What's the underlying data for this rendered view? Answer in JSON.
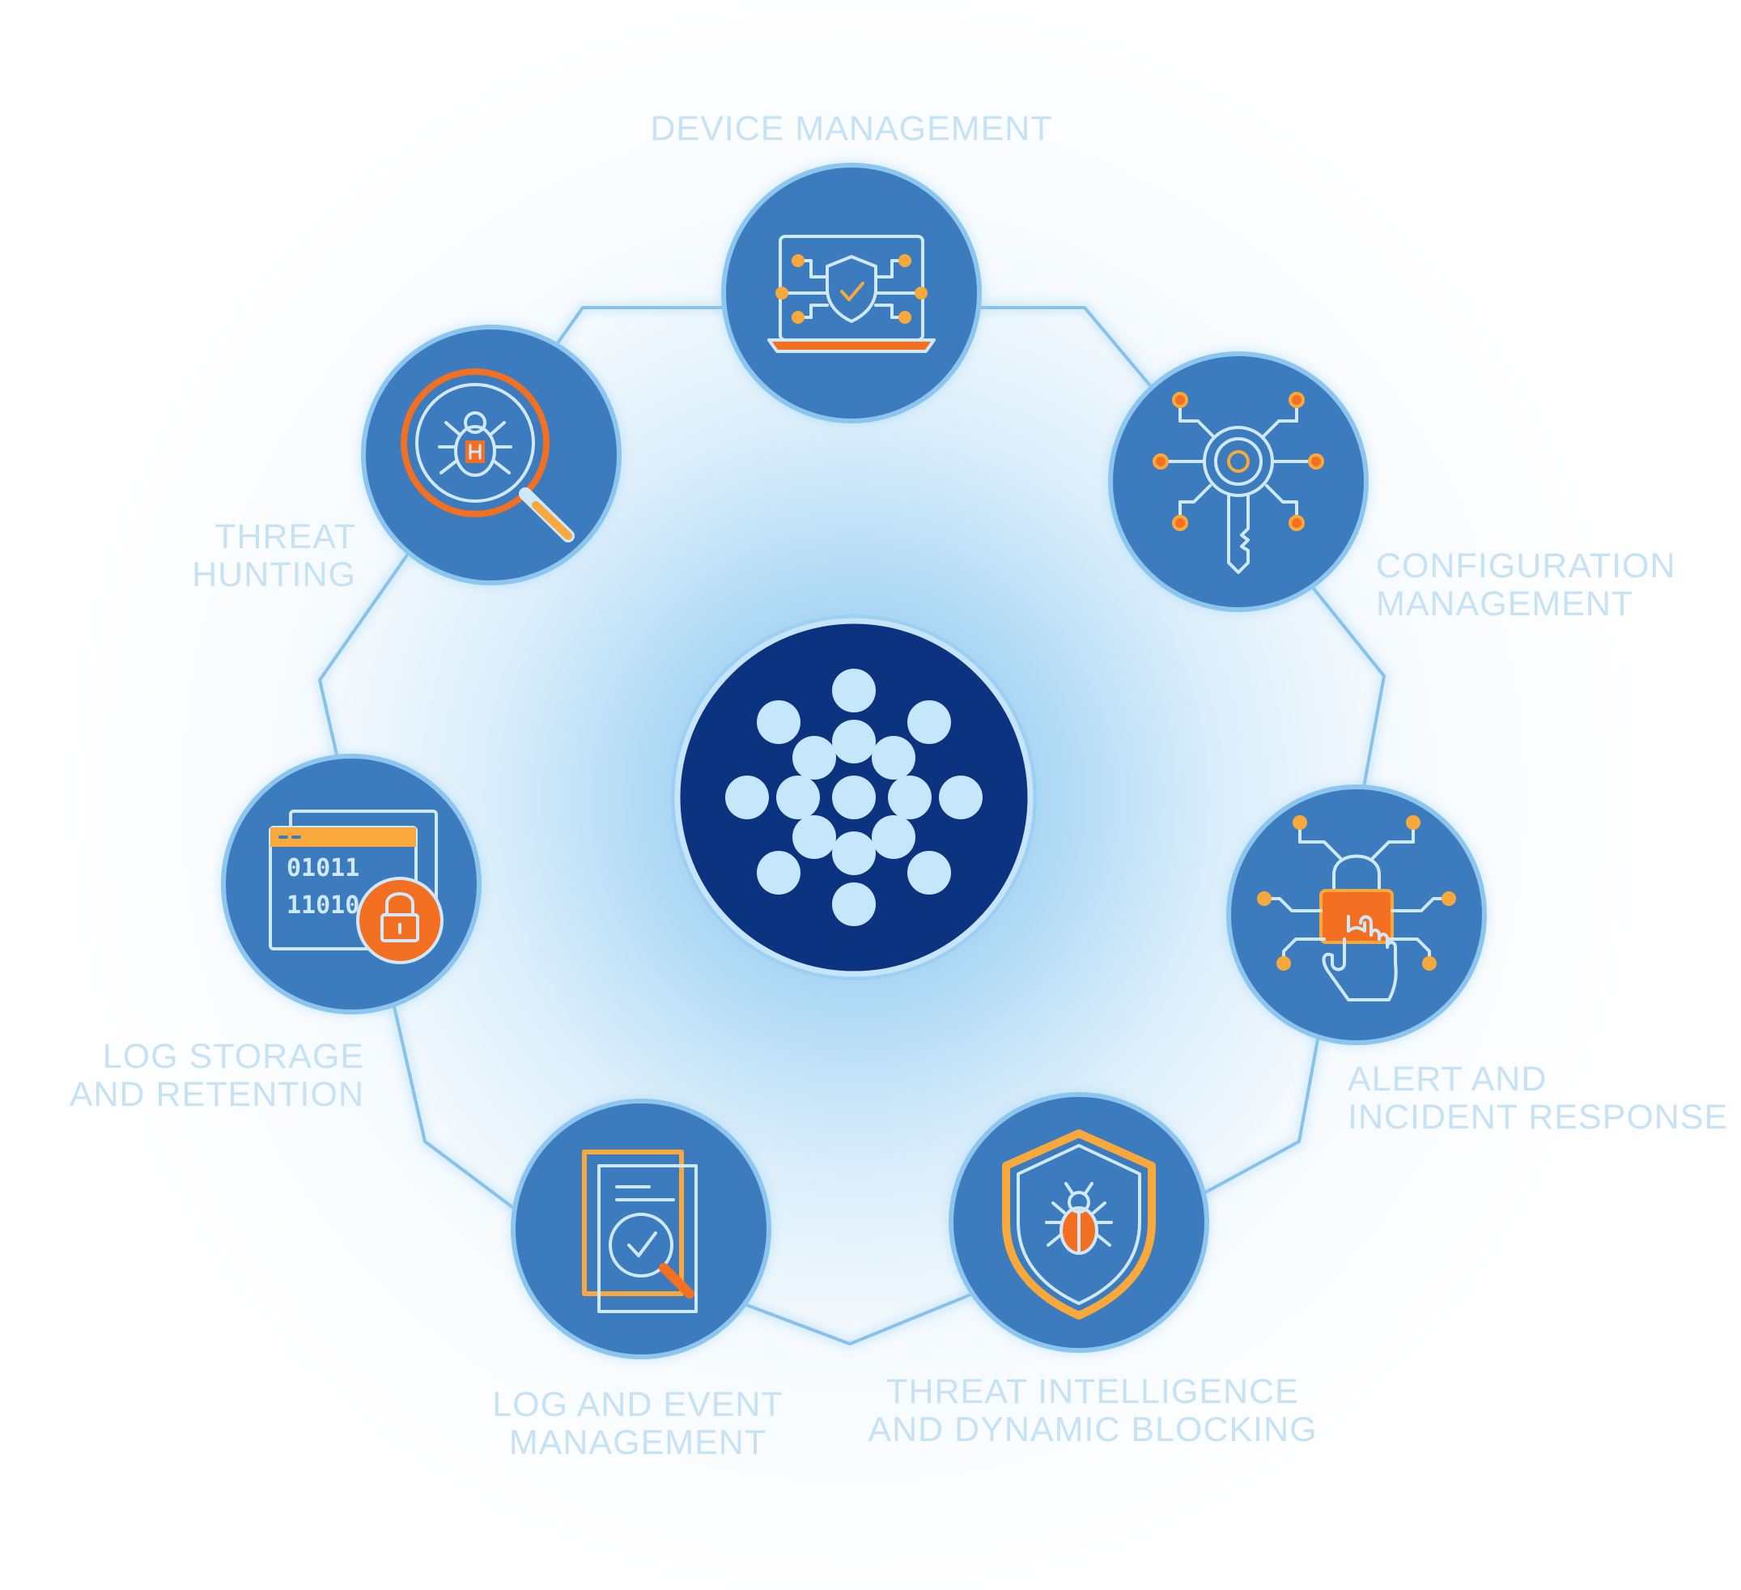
{
  "diagram": {
    "center": {
      "icon": "hub-dots-icon"
    },
    "nodes": [
      {
        "id": "device",
        "icon": "laptop-shield-icon",
        "label": [
          "DEVICE MANAGEMENT"
        ]
      },
      {
        "id": "config",
        "icon": "circuit-key-icon",
        "label": [
          "CONFIGURATION",
          "MANAGEMENT"
        ]
      },
      {
        "id": "alert",
        "icon": "lock-touch-icon",
        "label": [
          "ALERT AND",
          "INCIDENT RESPONSE"
        ]
      },
      {
        "id": "intel",
        "icon": "shield-bug-icon",
        "label": [
          "THREAT INTELLIGENCE",
          "AND DYNAMIC BLOCKING"
        ]
      },
      {
        "id": "logevent",
        "icon": "document-search-icon",
        "label": [
          "LOG AND EVENT",
          "MANAGEMENT"
        ]
      },
      {
        "id": "logstorage",
        "icon": "binary-lock-icon",
        "label": [
          "LOG STORAGE",
          "AND RETENTION"
        ]
      },
      {
        "id": "hunting",
        "icon": "bug-magnifier-icon",
        "label": [
          "THREAT",
          "HUNTING"
        ]
      }
    ],
    "colors": {
      "node_fill": "#3d7bbf",
      "node_ring": "#8cc6ee",
      "center_fill": "#0b3380",
      "center_dot": "#c6e6fb",
      "connector": "#86c2ea",
      "icon_line": "#cfe9fb",
      "icon_orange": "#f36f21",
      "icon_yellow": "#f9a93b",
      "label": "#c6e2f5"
    }
  }
}
